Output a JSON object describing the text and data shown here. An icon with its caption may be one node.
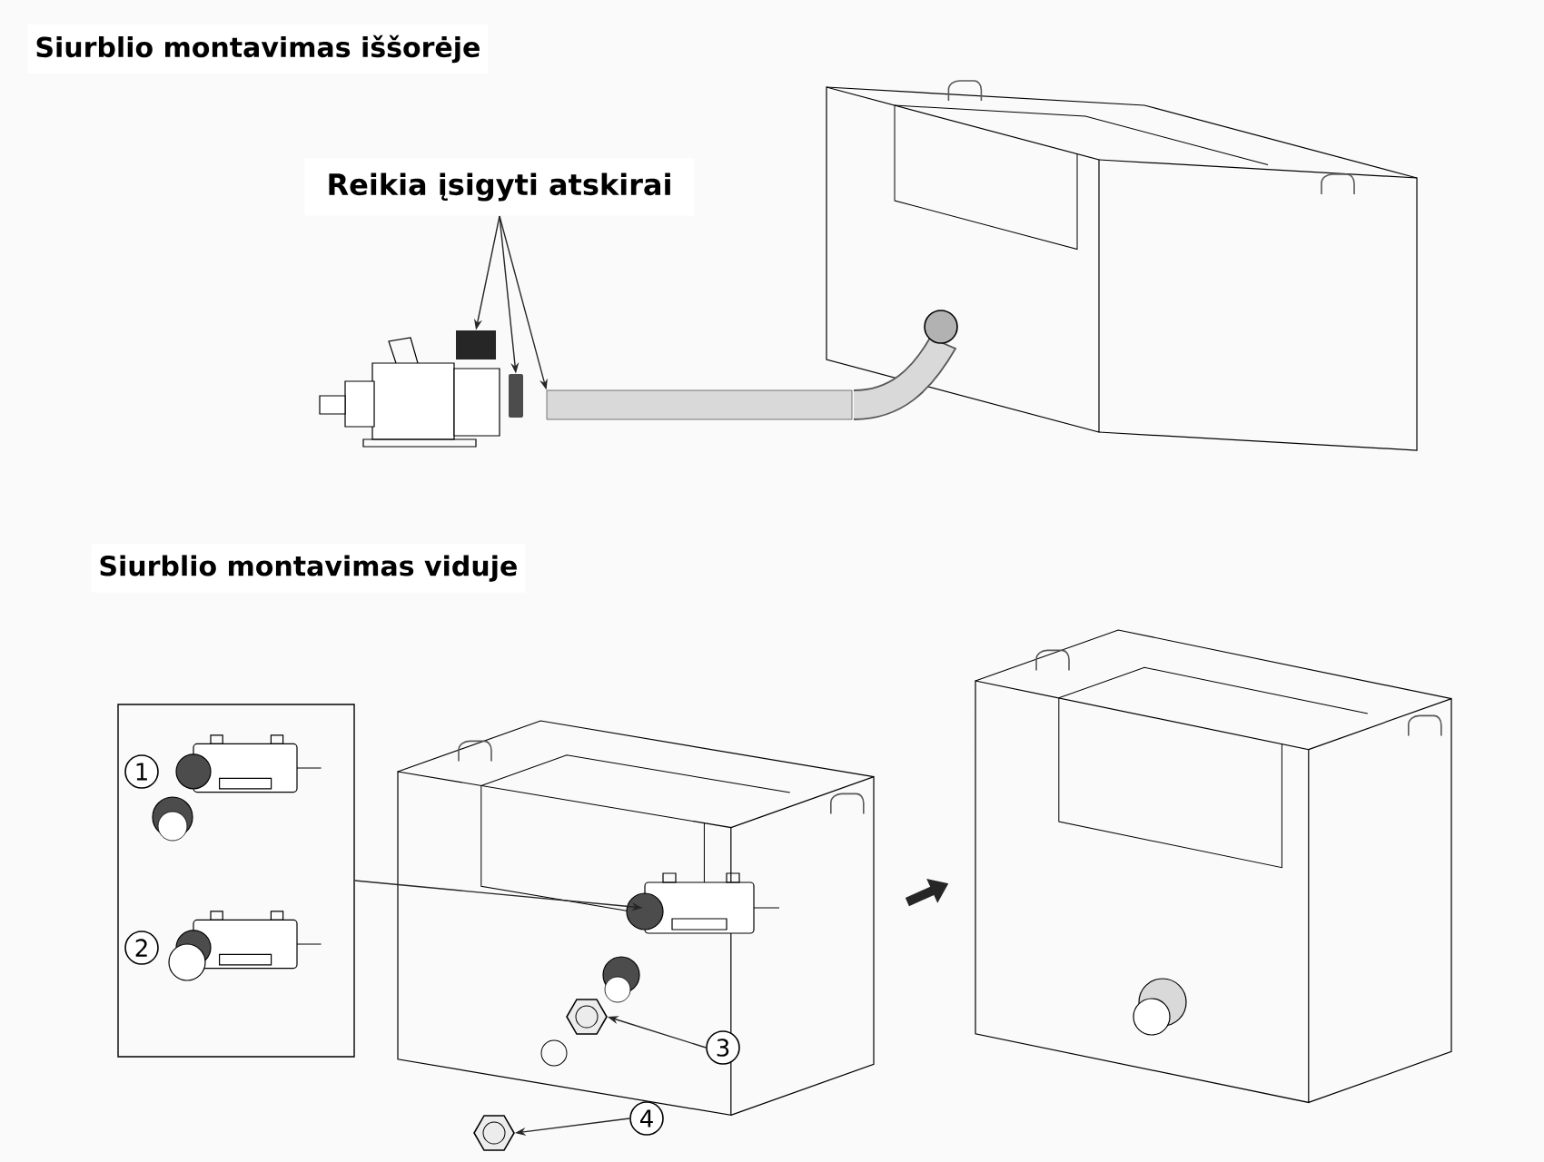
{
  "diagram": {
    "nodes": [
      {
        "text": [
          "Reikia įsigyti atskirai"
        ]
      },
      {
        "text": [],
        "shape": "box"
      },
      {
        "text": [],
        "shape": "box"
      },
      {
        "text": [],
        "shape": "box"
      },
      {
        "text": [],
        "shape": "box"
      },
      {
        "text": [
          "1"
        ],
        "in": 4
      },
      {
        "text": [
          "2"
        ],
        "in": 4
      },
      {
        "text": [],
        "shape": "picture"
      },
      {
        "text": [],
        "shape": "picture",
        "in": 7
      },
      {
        "text": [],
        "shape": "picture",
        "in": 7
      },
      {
        "text": [
          "3"
        ],
        "in": 7
      },
      {
        "text": [],
        "shape": "picture"
      },
      {
        "text": [
          "4"
        ]
      },
      {
        "text": [],
        "shape": "picture"
      }
    ],
    "edges": [
      {
        "from": 0,
        "to": 1,
        "arrow": "to"
      },
      {
        "from": 0,
        "to": 2,
        "arrow": "to"
      },
      {
        "from": 0,
        "to": 3,
        "arrow": "to"
      },
      {
        "from": 4,
        "to": 8,
        "arrow": "to"
      },
      {
        "from": 10,
        "to": 9,
        "arrow": "to"
      },
      {
        "from": 12,
        "to": 11,
        "arrow": "to"
      },
      {
        "from": 7,
        "to": 13,
        "arrow": "to",
        "style": "thick"
      }
    ],
    "labels": [
      "Siurblio montavimas iššorėje",
      "Siurblio montavimas viduje"
    ]
  }
}
